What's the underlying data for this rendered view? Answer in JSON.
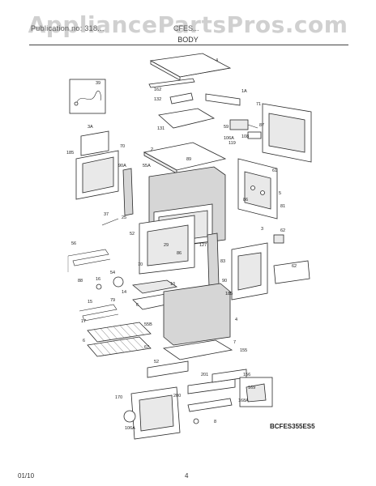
{
  "watermark": "AppliancePartsPros.com",
  "header": {
    "left": "Publication no: 318...",
    "right": "CFES...",
    "section": "BODY"
  },
  "diagram_code": "BCFES355ES5",
  "footer": {
    "date": "01/10",
    "page": "4"
  },
  "part_labels": [
    "4",
    "162",
    "132",
    "1A",
    "71",
    "39",
    "131",
    "59",
    "87",
    "3A",
    "106A",
    "108",
    "119",
    "2",
    "89",
    "185",
    "70",
    "90A",
    "55A",
    "61",
    "86",
    "5",
    "81",
    "37",
    "25",
    "3",
    "62",
    "56",
    "52",
    "127",
    "29",
    "86",
    "70",
    "83",
    "90",
    "54",
    "62",
    "88",
    "16",
    "14",
    "79",
    "10",
    "6",
    "185",
    "15",
    "17",
    "4",
    "55B",
    "6",
    "67",
    "7",
    "155",
    "52",
    "156",
    "201",
    "169",
    "170",
    "200",
    "106A",
    "8",
    "168A",
    "5"
  ]
}
